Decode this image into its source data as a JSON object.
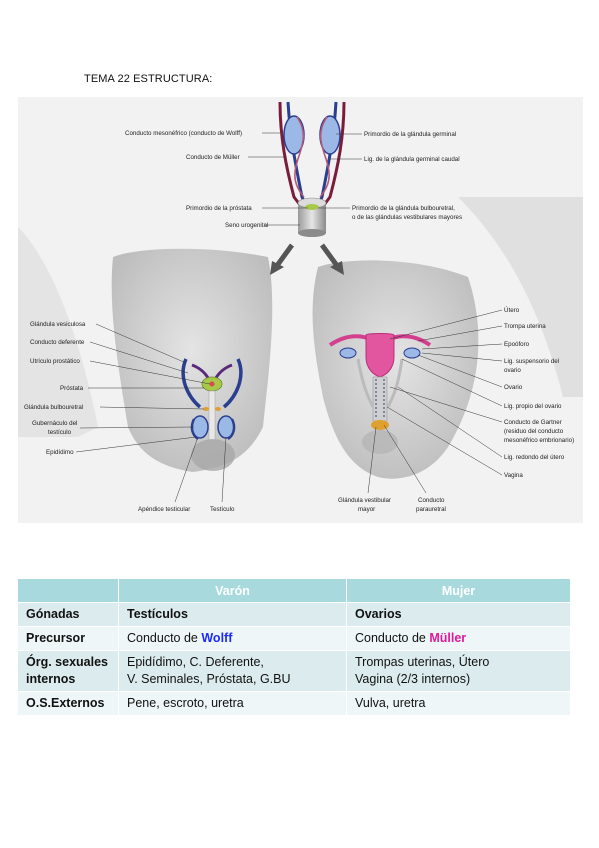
{
  "heading": "TEMA 22 ESTRUCTURA:",
  "figure": {
    "top_labels_left": [
      "Conducto mesonéfrico (conducto de Wolff)",
      "Conducto de Müller",
      "Primordio de la próstata",
      "Seno urogenital"
    ],
    "top_labels_right": [
      "Primordio de la glándula germinal",
      "Lig. de la glándula germinal caudal",
      "Primordio de la glándula bulbouretral,",
      "o de las glándulas vestibulares mayores"
    ],
    "male_labels": [
      "Glándula vesiculosa",
      "Conducto deferente",
      "Utrículo prostático",
      "Próstata",
      "Glándula bulbouretral",
      "Gubernáculo del",
      "testículo",
      "Epidídimo"
    ],
    "male_bottom": [
      "Apéndice testicular",
      "Testículo"
    ],
    "female_labels": [
      "Útero",
      "Trompa uterina",
      "Epoóforo",
      "Lig. suspensorio del",
      "ovario",
      "Ovario",
      "Lig. propio del ovario",
      "Conducto de Gartner",
      "(residuo del conducto",
      "mesonéfrico embrionario)",
      "Lig. redondo del útero",
      "Vagina"
    ],
    "female_bottom": [
      "Glándula vestibular",
      "mayor",
      "Conducto",
      "parauretral"
    ]
  },
  "table": {
    "headers": [
      "",
      "Varón",
      "Mujer"
    ],
    "rows": [
      {
        "label": "Gónadas",
        "male": "Testículos",
        "female": "Ovarios"
      },
      {
        "label": "Precursor",
        "male_prefix": "Conducto de ",
        "male_name": "Wolff",
        "female_prefix": "Conducto de ",
        "female_name": "Müller"
      },
      {
        "label_1": "Órg. sexuales",
        "label_2": "internos",
        "male_1": "Epidídimo, C. Deferente,",
        "male_2": "V. Seminales, Próstata, G.BU",
        "female_1": "Trompas uterinas, Útero",
        "female_2": "Vagina (2/3 internos)"
      },
      {
        "label": "O.S.Externos",
        "male": "Pene, escroto, uretra",
        "female": "Vulva, uretra"
      }
    ],
    "colors": {
      "header": "#a8dadd",
      "wolff": "#1a2bff",
      "muller": "#e2189a"
    }
  }
}
